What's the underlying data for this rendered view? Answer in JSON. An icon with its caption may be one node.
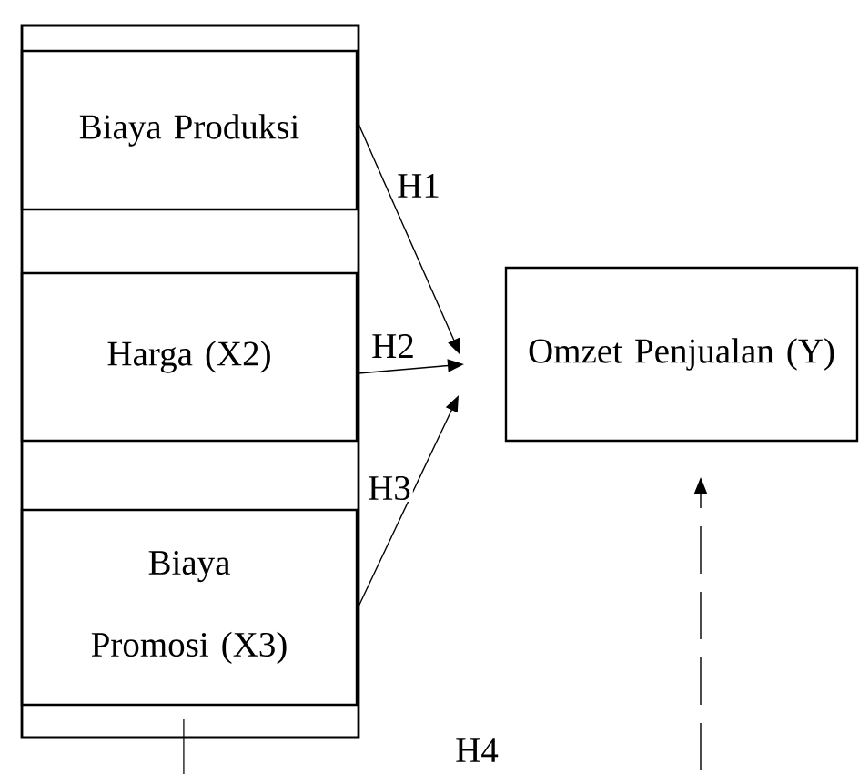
{
  "diagram": {
    "nodes": [
      {
        "text": [],
        "shape": "box"
      },
      {
        "text": [
          "Biaya Produksi"
        ],
        "in": 0
      },
      {
        "text": [
          "Harga (X2)"
        ],
        "in": 0
      },
      {
        "text": [
          "Biaya Promosi (X3)"
        ],
        "in": 0
      },
      {
        "text": [
          "Omzet Penjualan (Y)"
        ]
      }
    ],
    "edges": [
      {
        "from": 1,
        "to": 4,
        "arrow": "to",
        "label": "H1"
      },
      {
        "from": 2,
        "to": 4,
        "arrow": "to",
        "label": "H2"
      },
      {
        "from": 3,
        "to": 4,
        "arrow": "to",
        "label": "H3"
      },
      {
        "from": 0,
        "to": null,
        "arrow": "none"
      },
      {
        "from": null,
        "to": 4,
        "arrow": "to",
        "style": "dashed"
      }
    ],
    "labels": [
      "H4"
    ]
  }
}
